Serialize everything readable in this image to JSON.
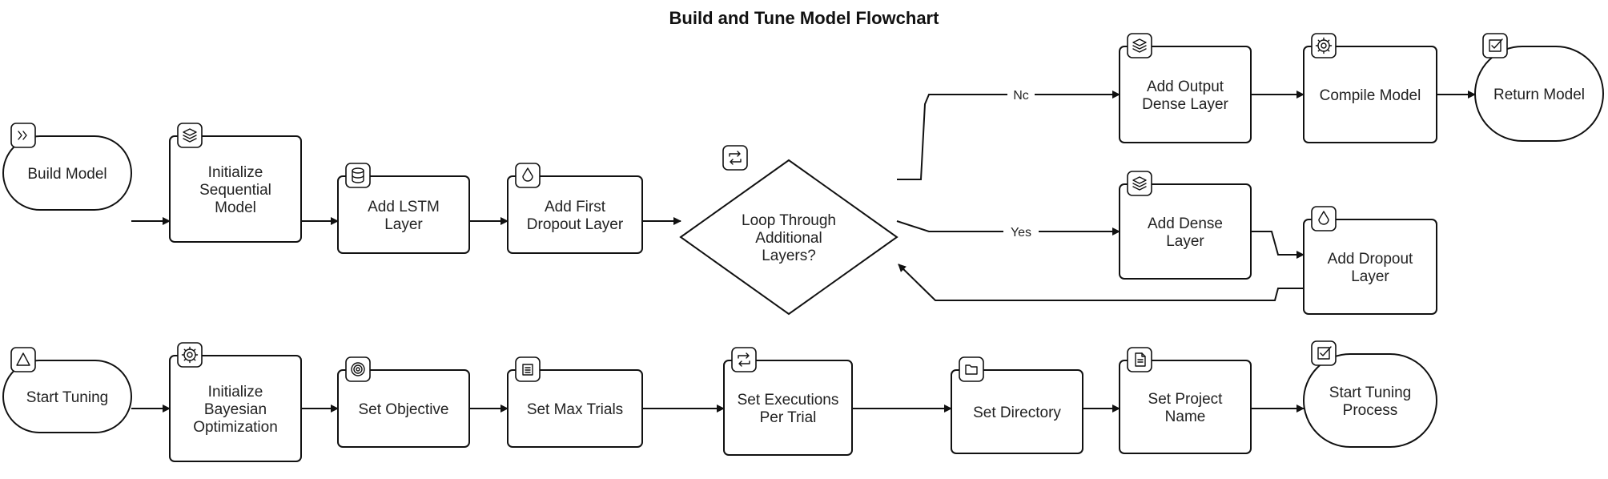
{
  "title": "Build and Tune Model Flowchart",
  "nodes": [
    {
      "id": "build_model",
      "label": "Build Model",
      "shape": "terminal",
      "icon": "chevrons-right-icon"
    },
    {
      "id": "init_seq",
      "label": "Initialize\nSequential\nModel",
      "shape": "process",
      "icon": "layers-icon"
    },
    {
      "id": "add_lstm",
      "label": "Add LSTM\nLayer",
      "shape": "process",
      "icon": "database-icon"
    },
    {
      "id": "add_first_dropout",
      "label": "Add First\nDropout Layer",
      "shape": "process",
      "icon": "droplet-icon"
    },
    {
      "id": "loop",
      "label": "Loop Through\nAdditional\nLayers?",
      "shape": "decision",
      "icon": "repeat-icon"
    },
    {
      "id": "add_output_dense",
      "label": "Add Output\nDense Layer",
      "shape": "process",
      "icon": "layers-icon"
    },
    {
      "id": "compile",
      "label": "Compile Model",
      "shape": "process",
      "icon": "gear-icon"
    },
    {
      "id": "return_model",
      "label": "Return Model",
      "shape": "terminal",
      "icon": "check-square-icon"
    },
    {
      "id": "add_dense",
      "label": "Add Dense\nLayer",
      "shape": "process",
      "icon": "layers-icon"
    },
    {
      "id": "add_dropout",
      "label": "Add Dropout\nLayer",
      "shape": "process",
      "icon": "droplet-icon"
    },
    {
      "id": "start_tuning",
      "label": "Start Tuning",
      "shape": "terminal",
      "icon": "triangle-icon"
    },
    {
      "id": "init_bayes",
      "label": "Initialize\nBayesian\nOptimization",
      "shape": "process",
      "icon": "gear-icon"
    },
    {
      "id": "set_objective",
      "label": "Set Objective",
      "shape": "process",
      "icon": "target-icon"
    },
    {
      "id": "set_max_trials",
      "label": "Set Max Trials",
      "shape": "process",
      "icon": "list-icon"
    },
    {
      "id": "set_exec",
      "label": "Set Executions\nPer Trial",
      "shape": "process",
      "icon": "repeat-icon"
    },
    {
      "id": "set_dir",
      "label": "Set Directory",
      "shape": "process",
      "icon": "folder-icon"
    },
    {
      "id": "set_proj",
      "label": "Set Project\nName",
      "shape": "process",
      "icon": "file-text-icon"
    },
    {
      "id": "start_proc",
      "label": "Start Tuning\nProcess",
      "shape": "terminal",
      "icon": "check-square-icon"
    }
  ],
  "edges": [
    {
      "from": "build_model",
      "to": "init_seq",
      "label": ""
    },
    {
      "from": "init_seq",
      "to": "add_lstm",
      "label": ""
    },
    {
      "from": "add_lstm",
      "to": "add_first_dropout",
      "label": ""
    },
    {
      "from": "add_first_dropout",
      "to": "loop",
      "label": ""
    },
    {
      "from": "loop",
      "to": "add_output_dense",
      "label": "Nc"
    },
    {
      "from": "add_output_dense",
      "to": "compile",
      "label": ""
    },
    {
      "from": "compile",
      "to": "return_model",
      "label": ""
    },
    {
      "from": "loop",
      "to": "add_dense",
      "label": "Yes"
    },
    {
      "from": "add_dense",
      "to": "add_dropout",
      "label": ""
    },
    {
      "from": "add_dropout",
      "to": "loop",
      "label": ""
    },
    {
      "from": "start_tuning",
      "to": "init_bayes",
      "label": ""
    },
    {
      "from": "init_bayes",
      "to": "set_objective",
      "label": ""
    },
    {
      "from": "set_objective",
      "to": "set_max_trials",
      "label": ""
    },
    {
      "from": "set_max_trials",
      "to": "set_exec",
      "label": ""
    },
    {
      "from": "set_exec",
      "to": "set_dir",
      "label": ""
    },
    {
      "from": "set_dir",
      "to": "set_proj",
      "label": ""
    },
    {
      "from": "set_proj",
      "to": "start_proc",
      "label": ""
    }
  ]
}
